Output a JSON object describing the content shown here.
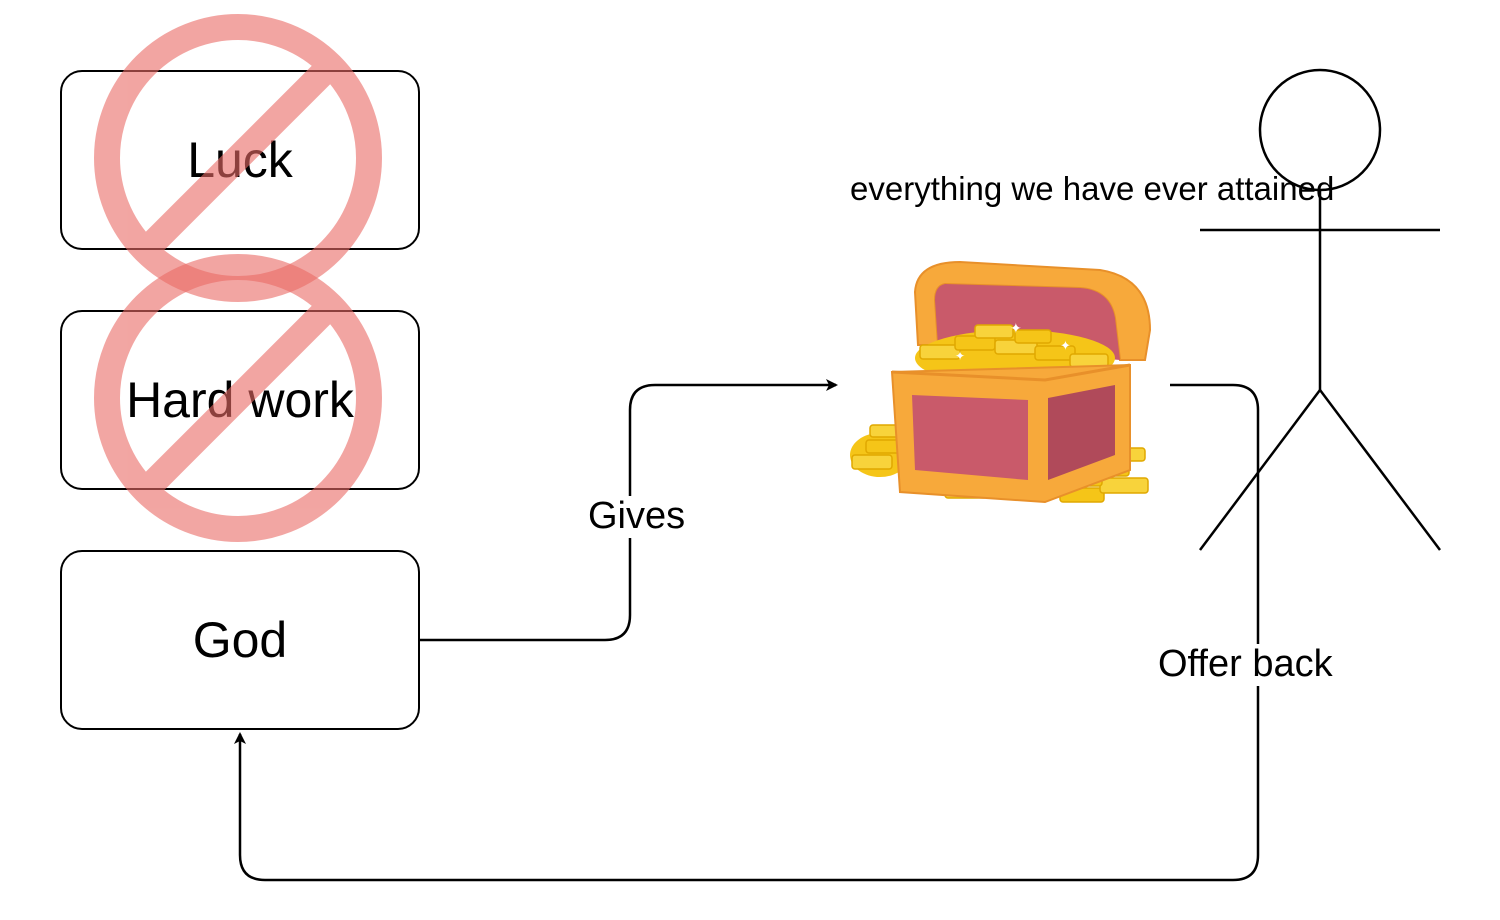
{
  "boxes": {
    "luck": "Luck",
    "hard_work": "Hard work",
    "god": "God"
  },
  "edges": {
    "gives": "Gives",
    "offer_back": "Offer back"
  },
  "treasure": {
    "caption": "everything we have ever attained",
    "icon": "treasure-chest-icon"
  },
  "person": {
    "icon": "stick-figure-icon"
  },
  "prohibited": {
    "icon": "prohibited-icon",
    "color": "#ea6b66"
  },
  "colors": {
    "chest_wood": "#f7a93b",
    "chest_inner": "#c95a6a",
    "gold": "#f5c518"
  }
}
